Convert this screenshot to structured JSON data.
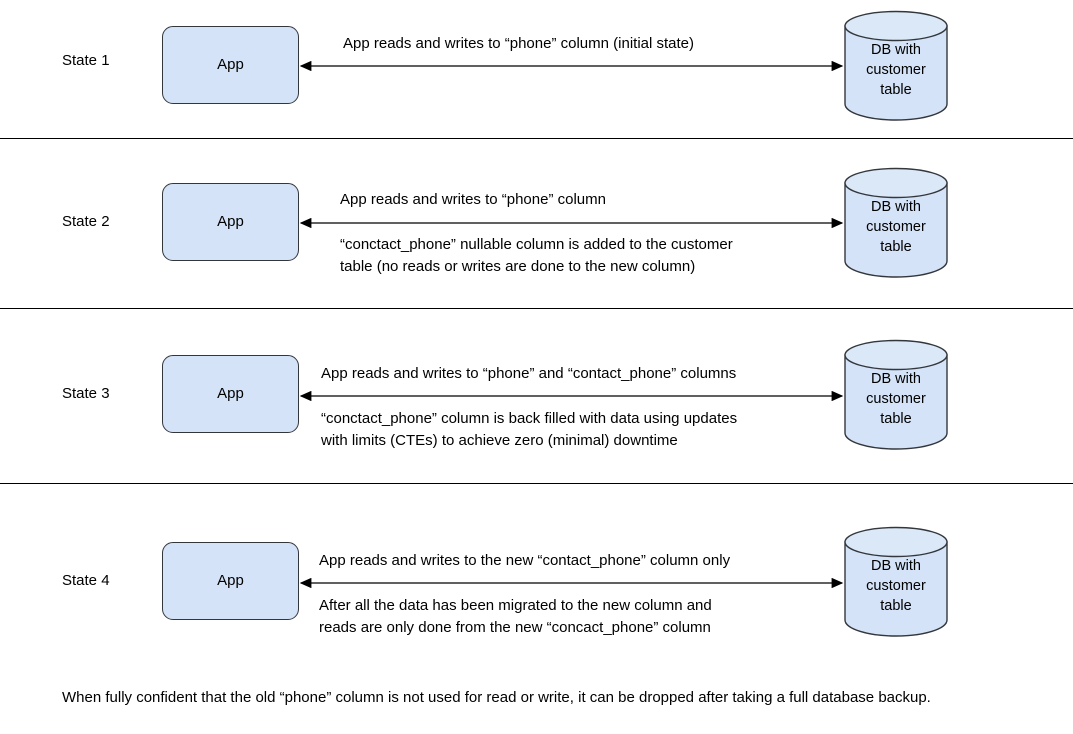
{
  "diagram": {
    "title": "Zero-downtime database column migration states",
    "colors": {
      "node_fill": "#d4e3f7",
      "node_stroke": "#33373c",
      "arrow": "#000000",
      "divider": "#000000",
      "text": "#000000",
      "background": "#ffffff"
    },
    "states": [
      {
        "label": "State 1",
        "app_label": "App",
        "db_label_lines": [
          "DB with",
          "customer",
          "table"
        ],
        "caption_above": "App reads and writes to “phone” column (initial state)",
        "caption_below": ""
      },
      {
        "label": "State 2",
        "app_label": "App",
        "db_label_lines": [
          "DB with",
          "customer",
          "table"
        ],
        "caption_above": "App reads and writes to “phone” column",
        "caption_below": "“conctact_phone” nullable column is added to the customer\ntable (no reads or writes are done to the new column)"
      },
      {
        "label": "State 3",
        "app_label": "App",
        "db_label_lines": [
          "DB with",
          "customer",
          "table"
        ],
        "caption_above": "App reads and writes to “phone” and “contact_phone” columns",
        "caption_below": "“conctact_phone” column is back filled with data using updates\nwith limits (CTEs) to achieve zero (minimal) downtime"
      },
      {
        "label": "State 4",
        "app_label": "App",
        "db_label_lines": [
          "DB with",
          "customer",
          "table"
        ],
        "caption_above": "App reads and writes to the new “contact_phone” column only",
        "caption_below": "After all the data has been migrated to the new column and\nreads are only done from the new “concact_phone” column"
      }
    ],
    "footer_note": "When fully confident that the old “phone” column is not used for read or write, it can be dropped after taking a full database backup."
  }
}
